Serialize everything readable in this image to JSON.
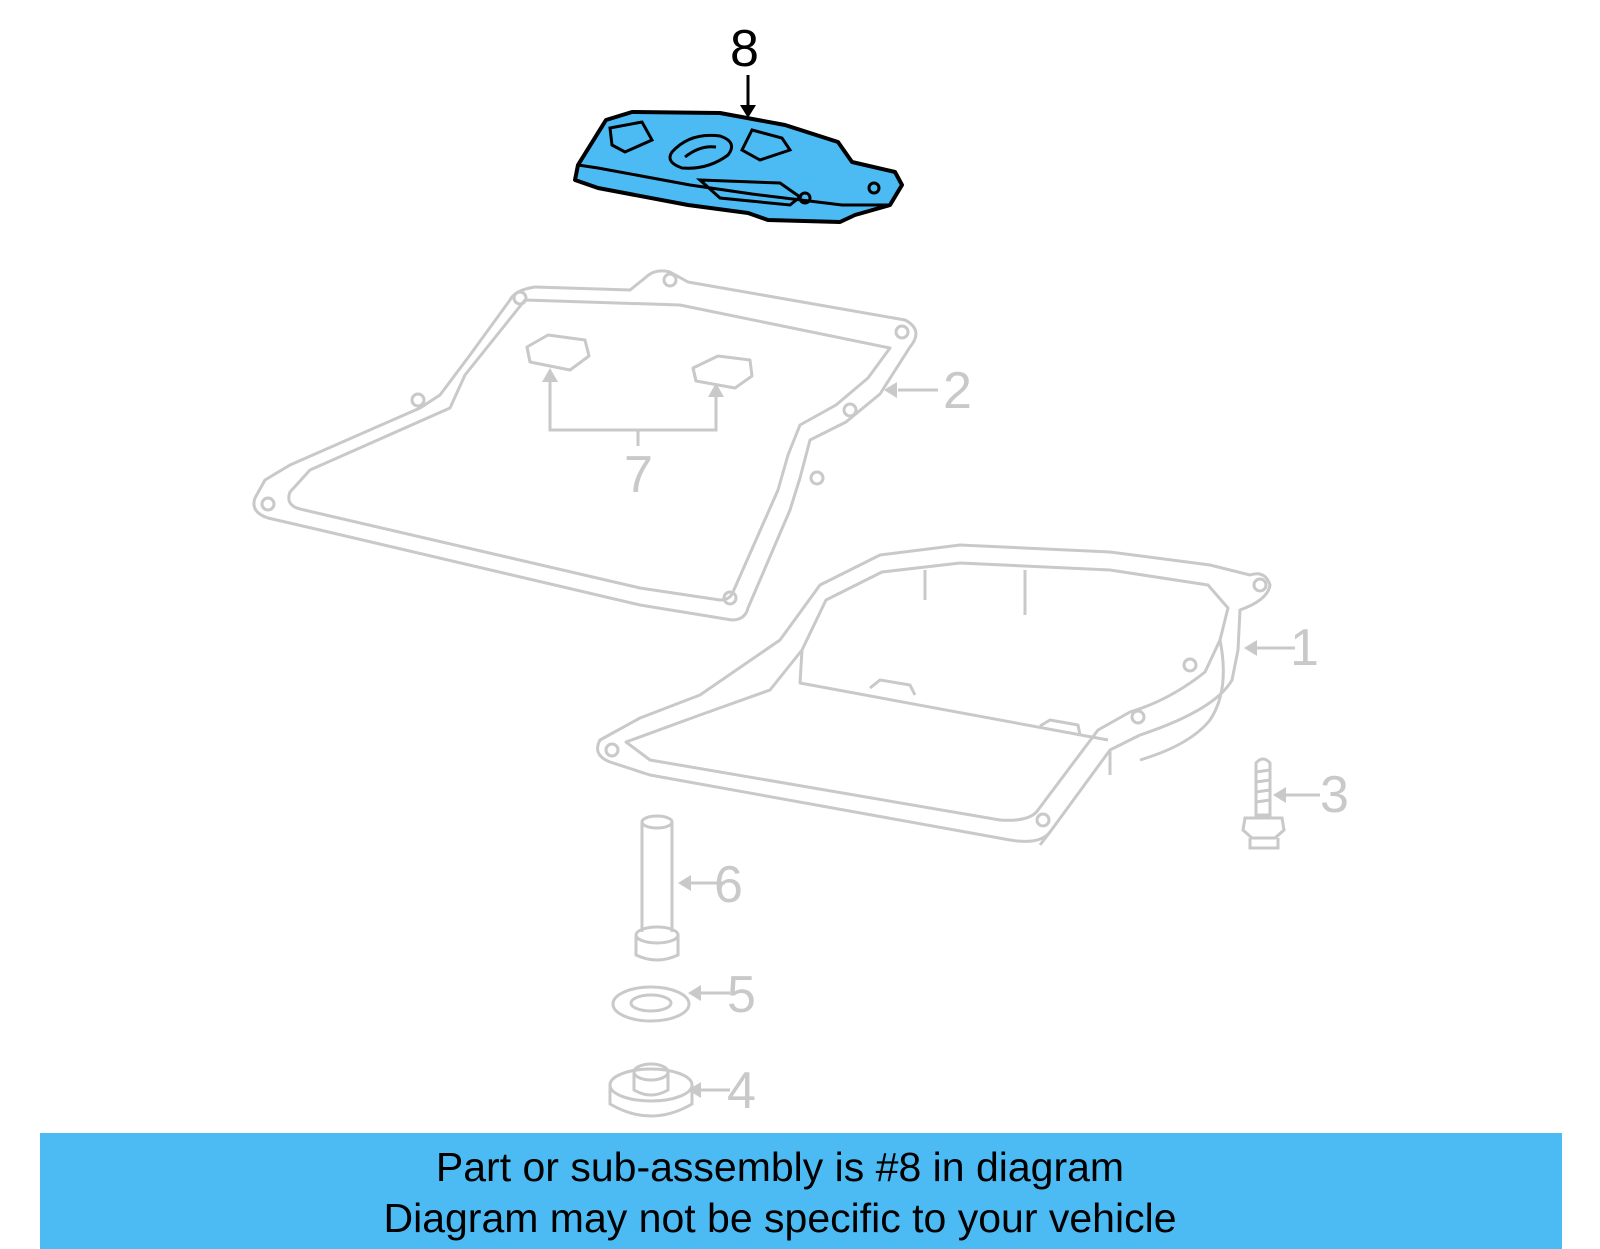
{
  "diagram": {
    "highlight_color": "#4dbbf3",
    "part_outline_color": "#000000",
    "ghost_color": "#c9c9c9",
    "callouts": [
      {
        "id": "1",
        "label": "1"
      },
      {
        "id": "2",
        "label": "2"
      },
      {
        "id": "3",
        "label": "3"
      },
      {
        "id": "4",
        "label": "4"
      },
      {
        "id": "5",
        "label": "5"
      },
      {
        "id": "6",
        "label": "6"
      },
      {
        "id": "7",
        "label": "7"
      },
      {
        "id": "8",
        "label": "8",
        "highlighted": true
      }
    ]
  },
  "banner": {
    "line1": "Part or sub-assembly is #8 in diagram",
    "line2": "Diagram may not be specific to your vehicle",
    "background": "#4dbbf3"
  }
}
